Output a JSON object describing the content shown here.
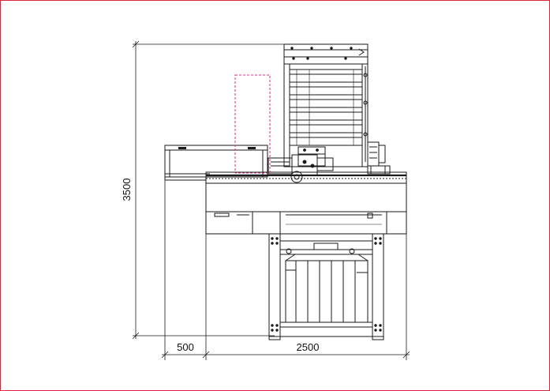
{
  "drawing": {
    "title": "",
    "dimensions": {
      "height": "3500",
      "width_left": "500",
      "width_main": "2500"
    }
  },
  "colors": {
    "frame_border": "#d9263a",
    "line": "#1a1a1a",
    "highlight_box": "#e0308a"
  }
}
